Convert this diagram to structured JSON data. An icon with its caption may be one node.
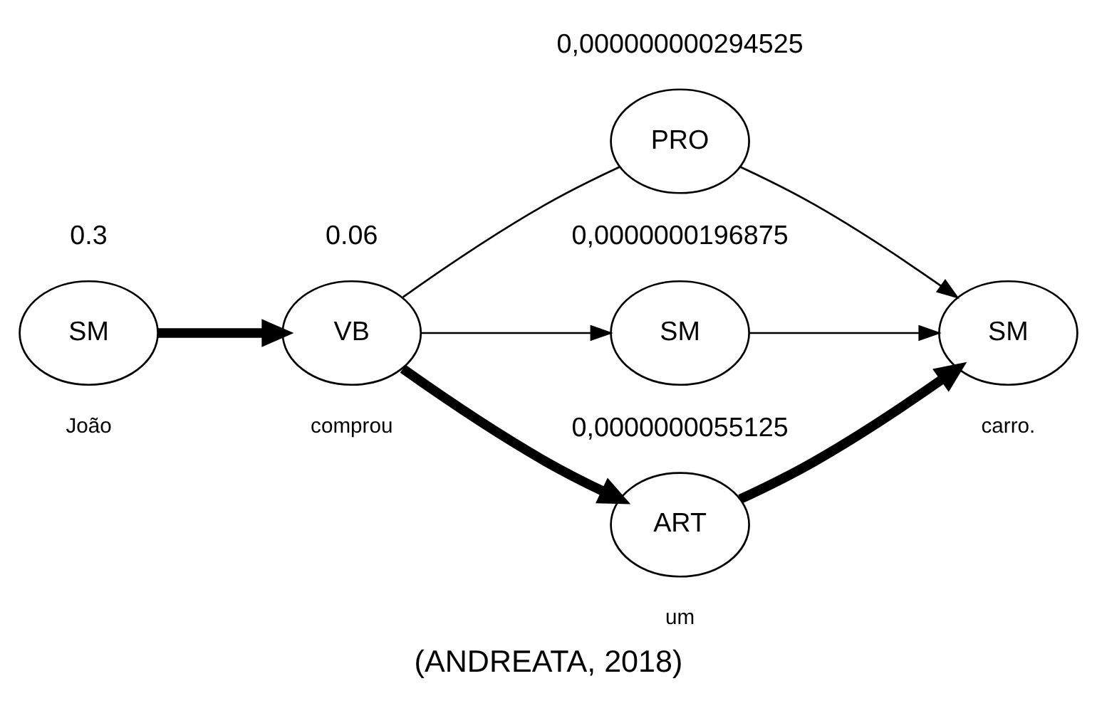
{
  "diagram": {
    "caption": "(ANDREATA, 2018)",
    "nodes": [
      {
        "text": [
          "SM"
        ],
        "beside": [
          "0.3",
          "João"
        ]
      },
      {
        "text": [
          "VB"
        ],
        "beside": [
          "0.06",
          "comprou"
        ]
      },
      {
        "text": [
          "PRO"
        ],
        "beside": [
          "0,000000000294525"
        ]
      },
      {
        "text": [
          "SM"
        ],
        "beside": [
          "0,0000000196875"
        ]
      },
      {
        "text": [
          "ART"
        ],
        "beside": [
          "0,0000000055125",
          "um"
        ]
      },
      {
        "text": [
          "SM"
        ],
        "beside": [
          "carro."
        ]
      }
    ],
    "edges": [
      {
        "from": 0,
        "to": 1,
        "arrow": "to",
        "style": "thick"
      },
      {
        "from": 1,
        "to": 2,
        "arrow": "none"
      },
      {
        "from": 1,
        "to": 3,
        "arrow": "to"
      },
      {
        "from": 1,
        "to": 4,
        "arrow": "to",
        "style": "thick"
      },
      {
        "from": 2,
        "to": 5,
        "arrow": "to"
      },
      {
        "from": 3,
        "to": 5,
        "arrow": "to"
      },
      {
        "from": 4,
        "to": 5,
        "arrow": "to",
        "style": "thick"
      }
    ]
  }
}
